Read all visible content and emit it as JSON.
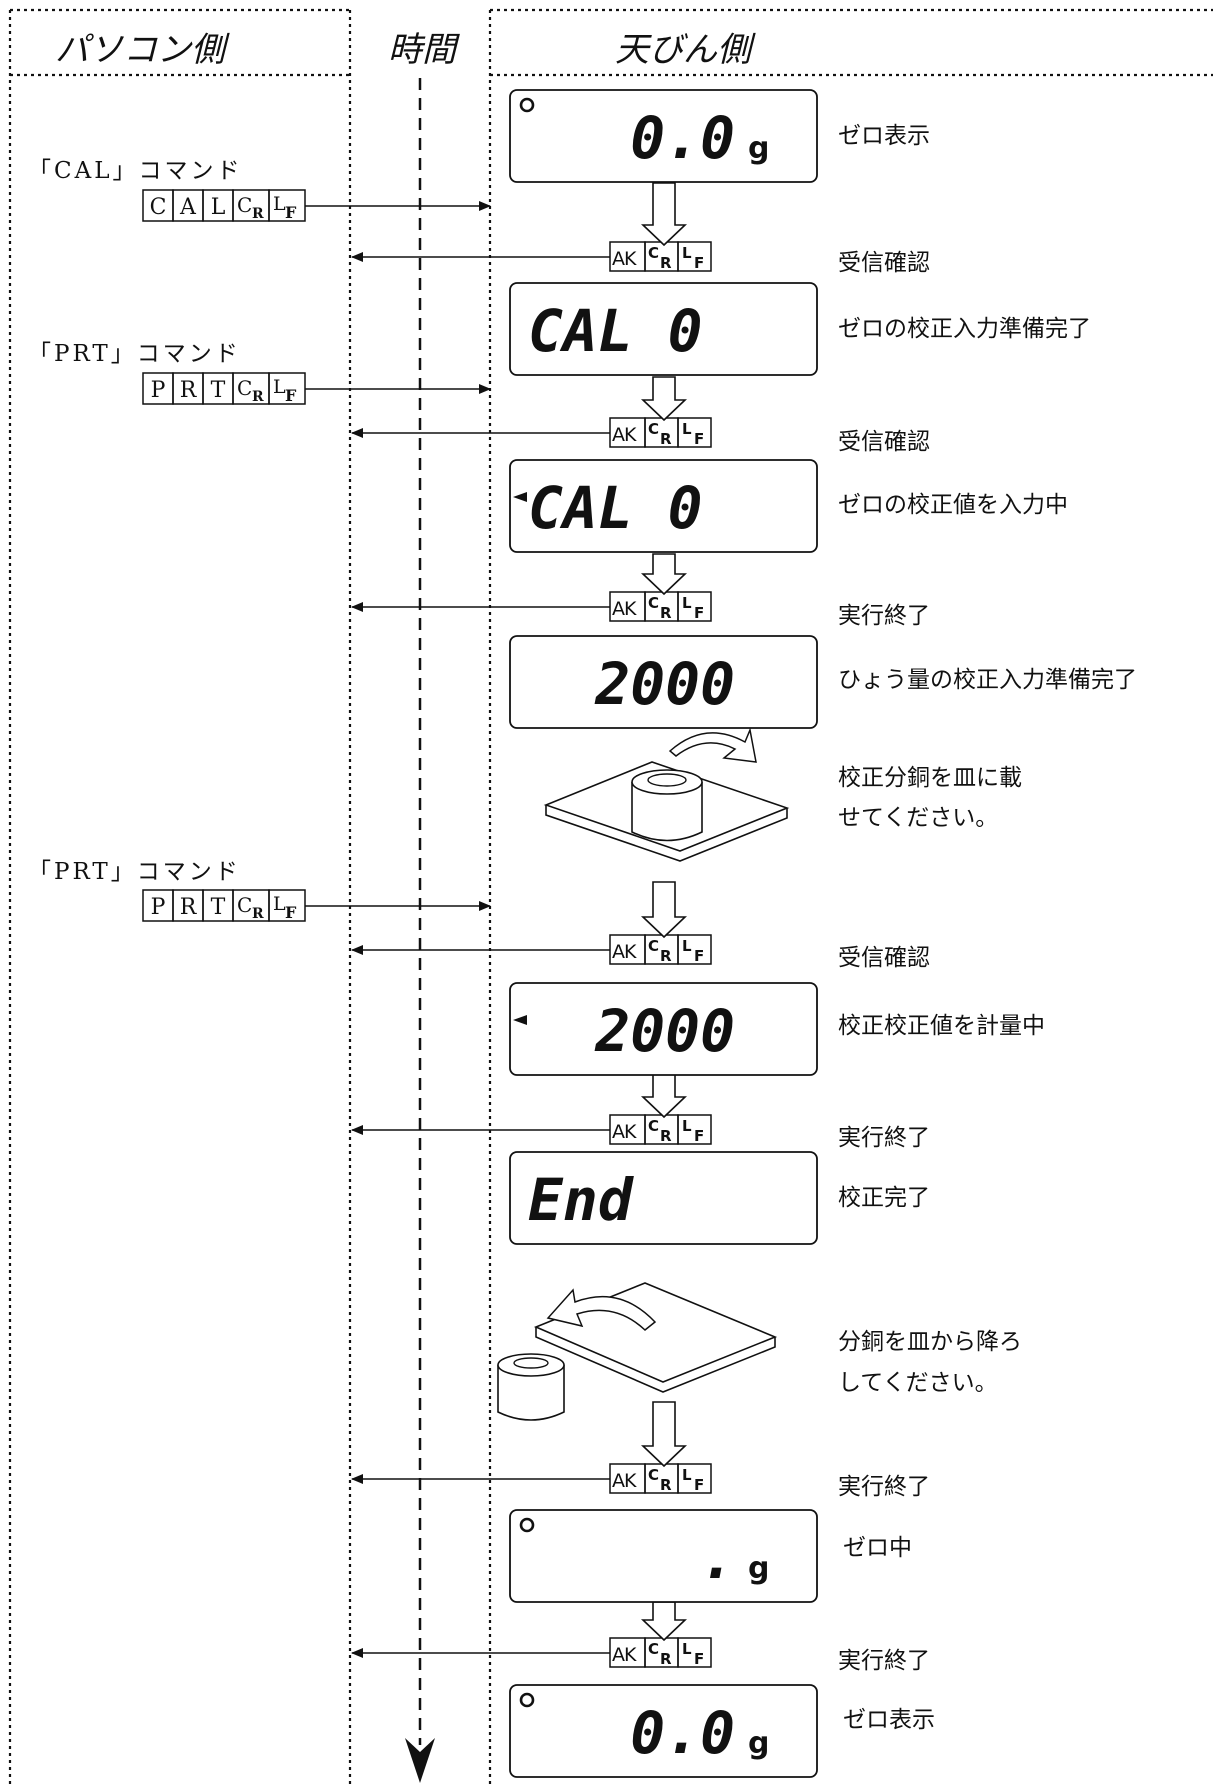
{
  "headers": {
    "pc_side": "パソコン側",
    "time": "時間",
    "balance_side": "天びん側"
  },
  "commands": [
    {
      "label": "「CAL」コマンド",
      "chars": [
        "C",
        "A",
        "L"
      ]
    },
    {
      "label": "「PRT」コマンド",
      "chars": [
        "P",
        "R",
        "T"
      ]
    },
    {
      "label": "「PRT」コマンド",
      "chars": [
        "P",
        "R",
        "T"
      ]
    }
  ],
  "terminator": {
    "cr": "C",
    "cr_sub": "R",
    "lf": "L",
    "lf_sub": "F"
  },
  "ack": {
    "ak": "AK",
    "cr": "C",
    "cr_sub": "R",
    "lf": "L",
    "lf_sub": "F"
  },
  "displays": [
    {
      "text": "0.0",
      "unit": "g",
      "circle": true,
      "marker": false
    },
    {
      "text": "CAL   0",
      "unit": "",
      "circle": false,
      "marker": false
    },
    {
      "text": "CAL   0",
      "unit": "",
      "circle": false,
      "marker": true
    },
    {
      "text": "2000",
      "unit": "",
      "circle": false,
      "marker": false
    },
    {
      "text": "2000",
      "unit": "",
      "circle": false,
      "marker": true
    },
    {
      "text": "End",
      "unit": "",
      "circle": false,
      "marker": false
    },
    {
      "text": ".",
      "unit": "g",
      "circle": true,
      "marker": false
    },
    {
      "text": "0.0",
      "unit": "g",
      "circle": true,
      "marker": false
    }
  ],
  "notes": {
    "zero_display": "ゼロ表示",
    "ack_received_1": "受信確認",
    "zero_cal_ready": "ゼロの校正入力準備完了",
    "ack_received_2": "受信確認",
    "zero_cal_input": "ゼロの校正値を入力中",
    "exec_end_1": "実行終了",
    "span_cal_ready": "ひょう量の校正入力準備完了",
    "place_weight_1": "校正分銅を皿に載",
    "place_weight_2": "せてください。",
    "ack_received_3": "受信確認",
    "span_measuring": "校正校正値を計量中",
    "exec_end_2": "実行終了",
    "cal_complete": "校正完了",
    "remove_weight_1": "分銅を皿から降ろ",
    "remove_weight_2": "してください。",
    "exec_end_3": "実行終了",
    "zeroing": "ゼロ中",
    "exec_end_4": "実行終了",
    "zero_display_2": "ゼロ表示"
  }
}
